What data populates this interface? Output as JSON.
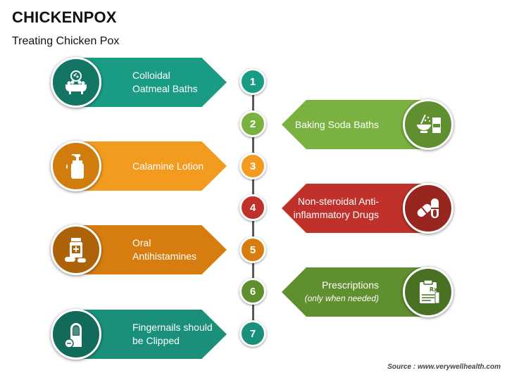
{
  "title": "CHICKENPOX",
  "subtitle": "Treating Chicken Pox",
  "source": "Source : www.verywellhealth.com",
  "steps": [
    {
      "number": "1",
      "label": "Colloidal Oatmeal Baths",
      "note": "",
      "color": "#1a9c84",
      "dark": "#137665",
      "icon": "bathtub-icon"
    },
    {
      "number": "2",
      "label": "Baking Soda Baths",
      "note": "",
      "color": "#7ab241",
      "dark": "#5f8f2f",
      "icon": "baking-soda-icon"
    },
    {
      "number": "3",
      "label": "Calamine Lotion",
      "note": "",
      "color": "#f39b1f",
      "dark": "#d07d0e",
      "icon": "lotion-bottle-icon"
    },
    {
      "number": "4",
      "label": "Non-steroidal Anti-inflammatory Drugs",
      "note": "",
      "color": "#c0312b",
      "dark": "#99251f",
      "icon": "pill-icon"
    },
    {
      "number": "5",
      "label": "Oral Antihistamines",
      "note": "",
      "color": "#d77d10",
      "dark": "#ad630a",
      "icon": "medicine-bottle-icon"
    },
    {
      "number": "6",
      "label": "Prescriptions",
      "note": "(only when needed)",
      "color": "#5f8f2f",
      "dark": "#4a7024",
      "icon": "prescription-icon"
    },
    {
      "number": "7",
      "label": "Fingernails should be Clipped",
      "note": "",
      "color": "#1a8f79",
      "dark": "#126b5a",
      "icon": "fingernail-icon"
    }
  ]
}
